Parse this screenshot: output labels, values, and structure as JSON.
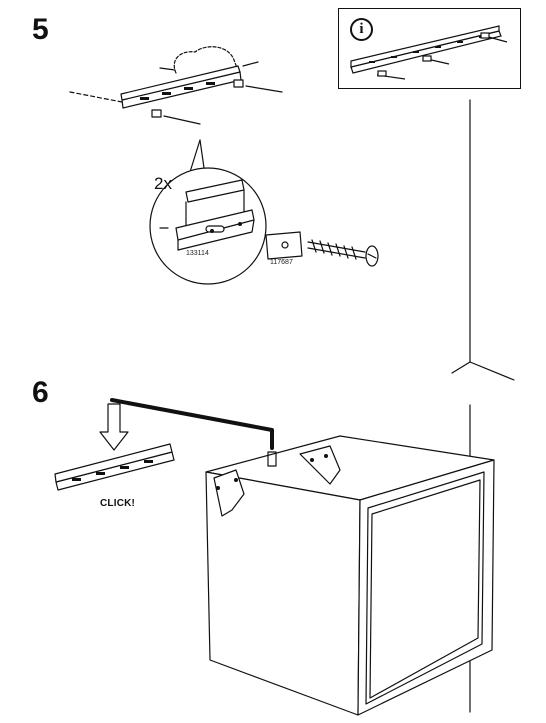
{
  "steps": [
    {
      "number": "5"
    },
    {
      "number": "6"
    }
  ],
  "info_icon_glyph": "i",
  "detail": {
    "quantity": "2x",
    "part_numbers": [
      "133114",
      "117687"
    ]
  },
  "click_text": "CLICK!",
  "icons": [
    "info-icon",
    "screw-icon",
    "wall-rail-icon",
    "push-down-arrow-icon",
    "cabinet-icon"
  ]
}
